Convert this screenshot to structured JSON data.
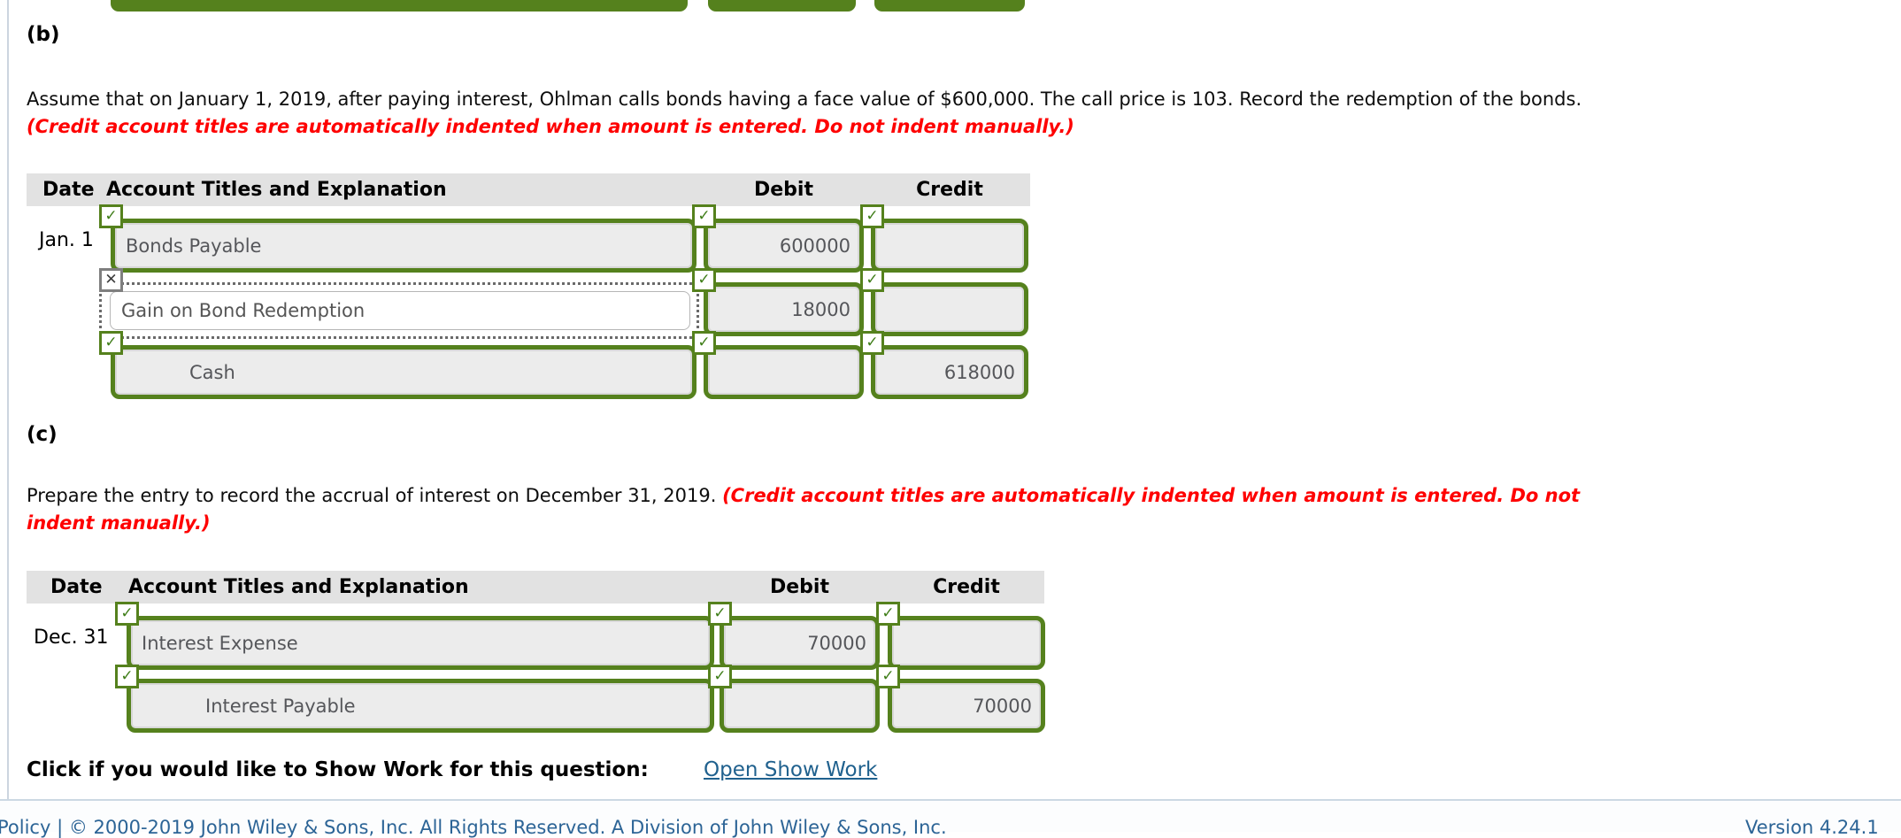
{
  "colors": {
    "correct_green": "#55811d",
    "incorrect_gray": "#7f7f7f",
    "instruction_red": "#fe0000",
    "link_blue": "#20618e",
    "field_fill": "#ececec",
    "header_fill": "#e2e2e2"
  },
  "icons": {
    "correct": "✓",
    "incorrect": "✕"
  },
  "section_b": {
    "heading": "(b)",
    "prompt": "Assume that on January 1, 2019, after paying interest, Ohlman calls bonds having a face value of $600,000. The call price is 103. Record the redemption of the bonds.",
    "instruction": "(Credit account titles are automatically indented when amount is entered. Do not indent manually.)"
  },
  "journal_b": {
    "headers": {
      "date": "Date",
      "account": "Account Titles and Explanation",
      "debit": "Debit",
      "credit": "Credit"
    },
    "rows": [
      {
        "date": "Jan. 1",
        "account": "Bonds Payable",
        "debit": "600000",
        "credit": "",
        "status": "correct",
        "indent": false
      },
      {
        "date": "",
        "account": "Gain on Bond Redemption",
        "debit": "18000",
        "credit": "",
        "status": "incorrect",
        "indent": false
      },
      {
        "date": "",
        "account": "Cash",
        "debit": "",
        "credit": "618000",
        "status": "correct",
        "indent": true
      }
    ]
  },
  "section_c": {
    "heading": "(c)",
    "prompt": "Prepare the entry to record the accrual of interest on December 31, 2019.",
    "instruction_part1": "(Credit account titles are automatically indented when amount is entered. Do not",
    "instruction_part2": "indent manually.)"
  },
  "journal_c": {
    "headers": {
      "date": "Date",
      "account": "Account Titles and Explanation",
      "debit": "Debit",
      "credit": "Credit"
    },
    "rows": [
      {
        "date": "Dec. 31",
        "account": "Interest Expense",
        "debit": "70000",
        "credit": "",
        "status": "correct",
        "indent": false
      },
      {
        "date": "",
        "account": "Interest Payable",
        "debit": "",
        "credit": "70000",
        "status": "correct",
        "indent": true
      }
    ]
  },
  "show_work": {
    "label": "Click if you would like to Show Work for this question:",
    "link": "Open Show Work"
  },
  "footer": {
    "left": "Policy  |  © 2000-2019 John Wiley & Sons, Inc. All Rights Reserved. A Division of John Wiley & Sons, Inc.",
    "right": "Version 4.24.1"
  }
}
